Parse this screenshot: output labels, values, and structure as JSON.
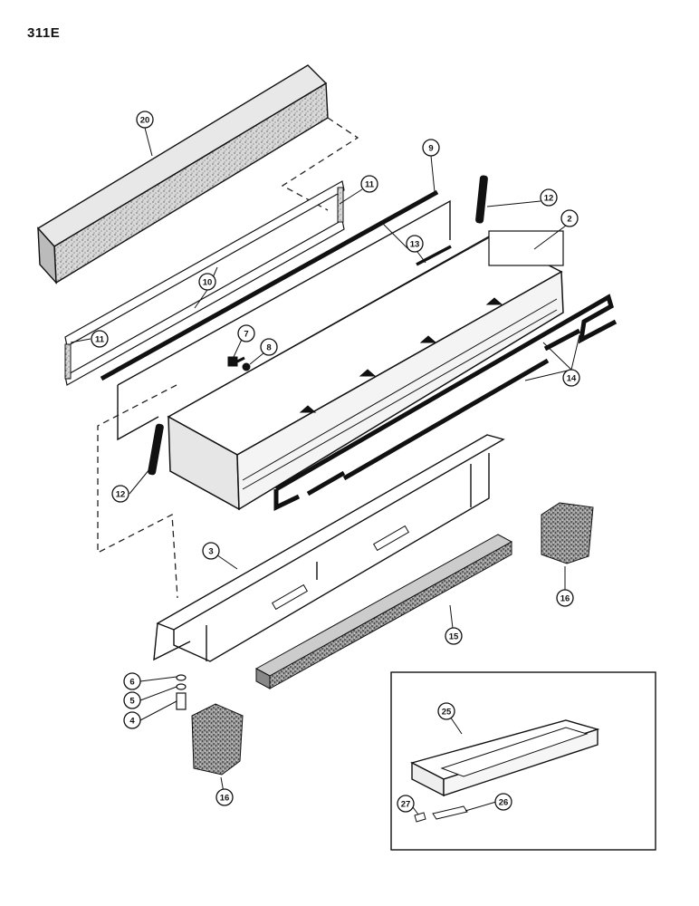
{
  "page_code": "311E",
  "callouts": {
    "c20": "20",
    "c9": "9",
    "c11a": "11",
    "c12a": "12",
    "c2": "2",
    "c13": "13",
    "c10": "10",
    "c11b": "11",
    "c7": "7",
    "c8": "8",
    "c14": "14",
    "c12b": "12",
    "c3": "3",
    "c16a": "16",
    "c15": "15",
    "c6": "6",
    "c5": "5",
    "c4": "4",
    "c16b": "16",
    "c25": "25",
    "c27": "27",
    "c26": "26"
  }
}
